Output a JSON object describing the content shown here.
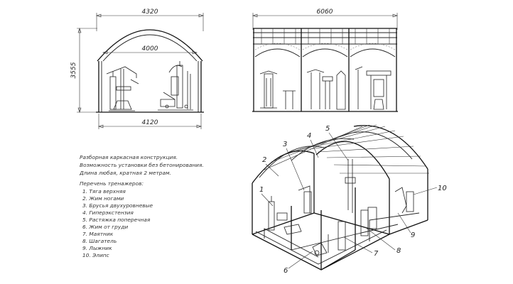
{
  "dimensions": {
    "side_top": "4320",
    "side_inner": "4000",
    "side_height": "3555",
    "side_bottom": "4120",
    "front_top": "6060"
  },
  "notes": {
    "line1": "Разборная каркасная конструкция.",
    "line2": "Возможность установки без бетонирования.",
    "line3": "Длина любая, кратная 2 метрам."
  },
  "equipment": {
    "heading": "Перечень тренажеров:",
    "items": [
      "1. Тяга верхняя",
      "2. Жим ногами",
      "3. Брусья двухуровневые",
      "4. Гиперэкстензия",
      "5. Растяжка поперечная",
      "6. Жим от груди",
      "7. Маятник",
      "8. Шагатель",
      "9. Лыжник",
      "10. Элипс"
    ]
  },
  "callouts": [
    "1",
    "2",
    "3",
    "4",
    "5",
    "6",
    "7",
    "8",
    "9",
    "10"
  ]
}
